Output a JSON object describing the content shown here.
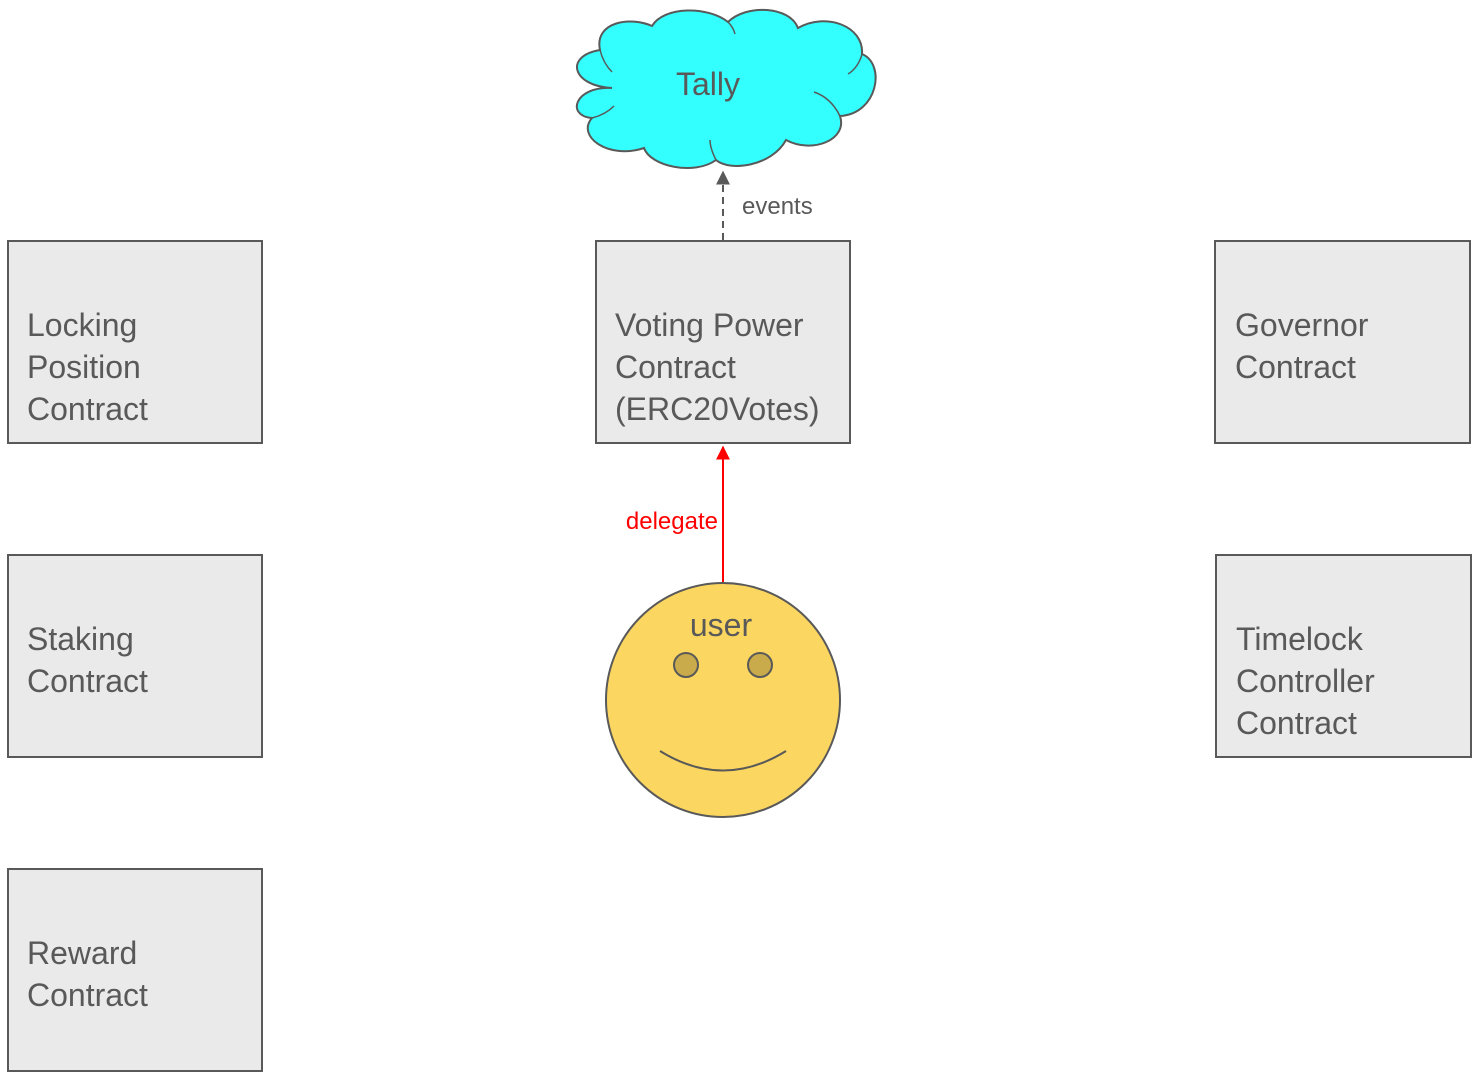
{
  "nodes": {
    "tally": {
      "label": "Tally",
      "fill": "#33ffff"
    },
    "locking_position": {
      "lines": [
        "Locking",
        "Position",
        "Contract"
      ]
    },
    "voting_power": {
      "lines": [
        "Voting Power",
        "Contract",
        "(ERC20Votes)"
      ]
    },
    "governor": {
      "lines": [
        "Governor",
        "Contract"
      ]
    },
    "staking": {
      "lines": [
        "Staking",
        "Contract"
      ]
    },
    "timelock_controller": {
      "lines": [
        "Timelock",
        "Controller",
        "Contract"
      ]
    },
    "reward": {
      "lines": [
        "Reward",
        "Contract"
      ]
    },
    "user": {
      "label": "user",
      "fill": "#fbd660"
    }
  },
  "edges": {
    "events": {
      "label": "events",
      "from": "voting_power",
      "to": "tally",
      "style": "dashed",
      "color": "#595959"
    },
    "delegate": {
      "label": "delegate",
      "from": "user",
      "to": "voting_power",
      "style": "solid",
      "color": "#ff0000"
    }
  },
  "colors": {
    "box_fill": "#eaeaea",
    "stroke": "#595959",
    "text": "#595959",
    "delegate": "#ff0000"
  }
}
